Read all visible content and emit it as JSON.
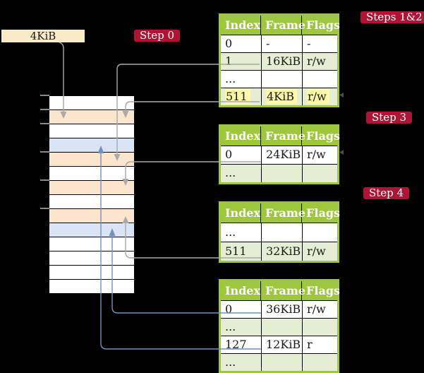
{
  "colors": {
    "bg": "#000000",
    "table-green": "#9EC73D",
    "row-green": "#E6EDD2",
    "peach": "#FCE5CD",
    "page-blue": "#D9E4F7",
    "crimson": "#AF1435",
    "cream": "#FAEBC8",
    "highlight-yellow": "#FEF9A6",
    "gray-line": "#A9A9A9",
    "blue-line": "#7191C2"
  },
  "labels": {
    "memory_box": "4KiB",
    "step0": "Step 0",
    "steps12": "Steps 1&2",
    "step3": "Step 3",
    "step4": "Step 4"
  },
  "tables": {
    "columns": [
      "Index",
      "Frame",
      "Flags"
    ],
    "t1": {
      "rows": [
        {
          "cells": [
            "0",
            "-",
            "-"
          ]
        },
        {
          "cells": [
            "1",
            "16KiB",
            "r/w"
          ]
        },
        {
          "cells": [
            "...",
            "",
            ""
          ]
        },
        {
          "cells": [
            "511",
            "4KiB",
            "r/w"
          ],
          "highlight": true
        }
      ]
    },
    "t2": {
      "rows": [
        {
          "cells": [
            "0",
            "24KiB",
            "r/w"
          ]
        },
        {
          "cells": [
            "...",
            "",
            ""
          ]
        }
      ]
    },
    "t3": {
      "rows": [
        {
          "cells": [
            "...",
            "",
            ""
          ]
        },
        {
          "cells": [
            "511",
            "32KiB",
            "r/w"
          ]
        }
      ]
    },
    "t4": {
      "rows": [
        {
          "cells": [
            "0",
            "36KiB",
            "r/w"
          ]
        },
        {
          "cells": [
            "...",
            "",
            ""
          ]
        },
        {
          "cells": [
            "127",
            "12KiB",
            "r"
          ]
        },
        {
          "cells": [
            "...",
            "",
            ""
          ]
        }
      ]
    }
  },
  "stack": {
    "rows": [
      "free",
      "table",
      "free",
      "page",
      "table",
      "free",
      "table",
      "free",
      "table",
      "page",
      "free",
      "free",
      "free",
      "free"
    ]
  }
}
